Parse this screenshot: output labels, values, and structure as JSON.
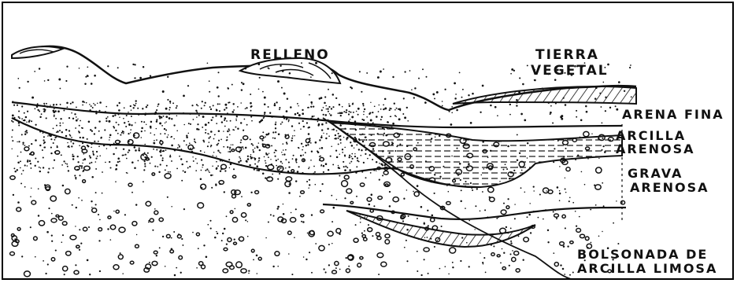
{
  "labels": {
    "relleno": "RELLENO",
    "tierra_line1": "TIERRA",
    "tierra_line2": "VEGETAL",
    "arena_fina": "ARENA FINA",
    "arcilla_line1": "ARCILLA",
    "arcilla_line2": "ARENOSA",
    "grava_line1": "GRAVA",
    "grava_line2": "ARENOSA",
    "bolsonada_line1": "BOLSONADA DE",
    "bolsonada_line2": "ARCILLA LIMOSA"
  },
  "colors": {
    "ink": "#111111",
    "background": "#ffffff"
  }
}
